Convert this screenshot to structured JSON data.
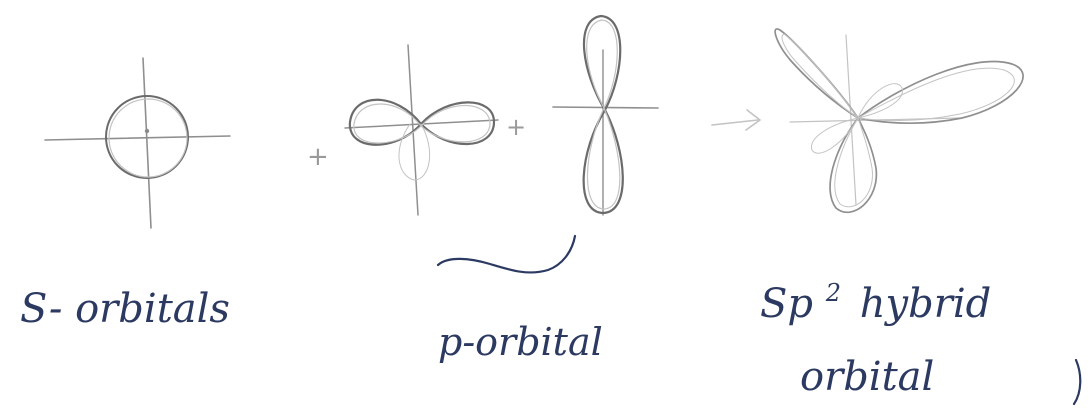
{
  "labels": {
    "s_orbital": "S- orbitals",
    "p_orbital": "p-orbital",
    "sp2_prefix": "Sp",
    "sp2_superscript": "2",
    "sp2_suffix": "hybrid",
    "sp2_line2": "orbital"
  },
  "symbols": {
    "plus_1": "+",
    "plus_2": "+"
  },
  "colors": {
    "pencil": "#8f8f8f",
    "ink": "#2c3a62",
    "paper": "#ffffff"
  }
}
